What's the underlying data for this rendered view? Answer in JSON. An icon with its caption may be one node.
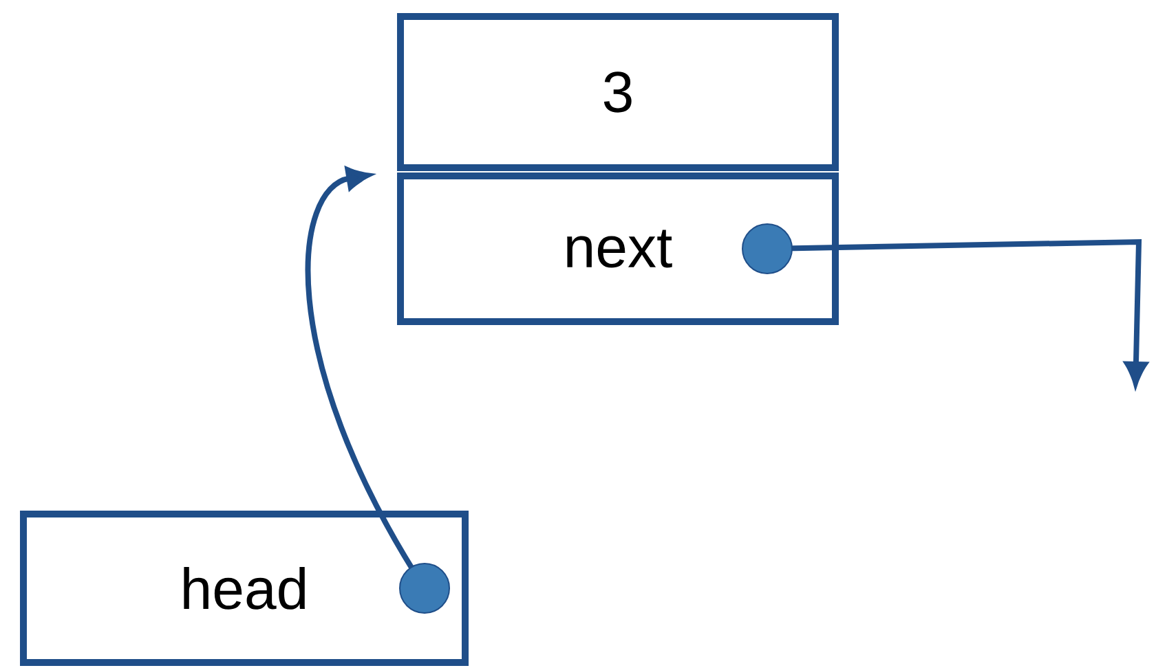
{
  "diagram": {
    "nodes": [
      {
        "text": [
          "3"
        ]
      },
      {
        "text": [
          "next"
        ]
      },
      {
        "text": [
          "head"
        ]
      }
    ],
    "edges": [
      {
        "from": 2,
        "to": 0,
        "arrow": "to"
      },
      {
        "from": 1,
        "to": null,
        "arrow": "to"
      }
    ]
  }
}
